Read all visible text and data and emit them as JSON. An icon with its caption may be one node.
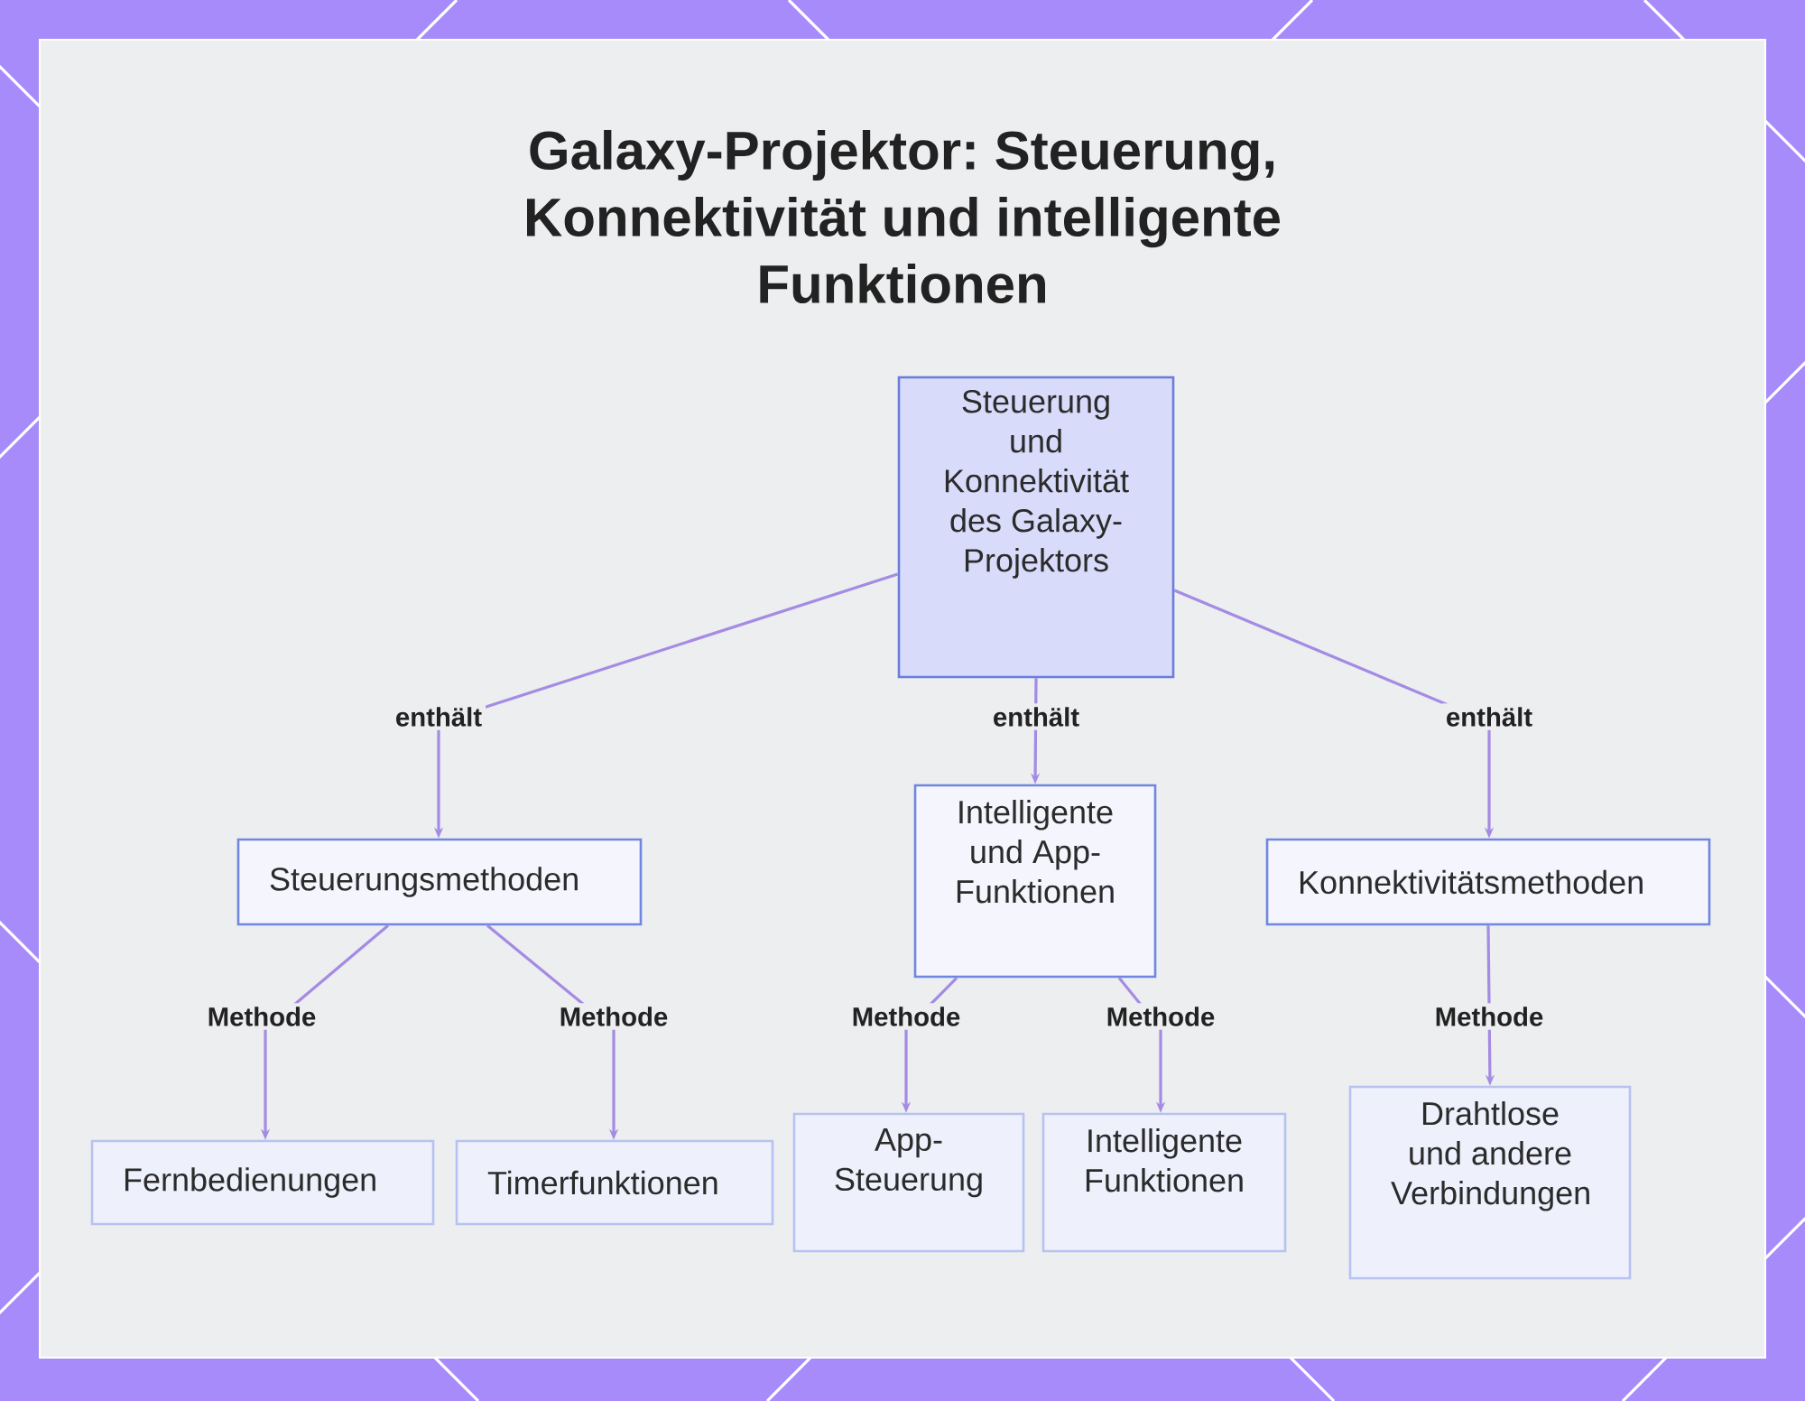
{
  "diagram": {
    "title": "Galaxy-Projektor: Steuerung, Konnektivität und intelligente Funktionen",
    "nodes": [
      {
        "text": [
          "Steuerung und Konnektivität des Galaxy-Projektors"
        ]
      },
      {
        "text": [
          "Steuerungsmethoden"
        ]
      },
      {
        "text": [
          "Intelligente und App-Funktionen"
        ]
      },
      {
        "text": [
          "Konnektivitätsmethoden"
        ]
      },
      {
        "text": [
          "Fernbedienungen"
        ]
      },
      {
        "text": [
          "Timerfunktionen"
        ]
      },
      {
        "text": [
          "App-Steuerung"
        ]
      },
      {
        "text": [
          "Intelligente Funktionen"
        ]
      },
      {
        "text": [
          "Drahtlose und andere Verbindungen"
        ]
      }
    ],
    "edges": [
      {
        "from": 0,
        "to": 1,
        "arrow": "to",
        "label": "enthält"
      },
      {
        "from": 0,
        "to": 2,
        "arrow": "to",
        "label": "enthält"
      },
      {
        "from": 0,
        "to": 3,
        "arrow": "to",
        "label": "enthält"
      },
      {
        "from": 1,
        "to": 4,
        "arrow": "to",
        "label": "Methode"
      },
      {
        "from": 1,
        "to": 5,
        "arrow": "to",
        "label": "Methode"
      },
      {
        "from": 2,
        "to": 6,
        "arrow": "to",
        "label": "Methode"
      },
      {
        "from": 2,
        "to": 7,
        "arrow": "to",
        "label": "Methode"
      },
      {
        "from": 3,
        "to": 8,
        "arrow": "to",
        "label": "Methode"
      }
    ]
  }
}
